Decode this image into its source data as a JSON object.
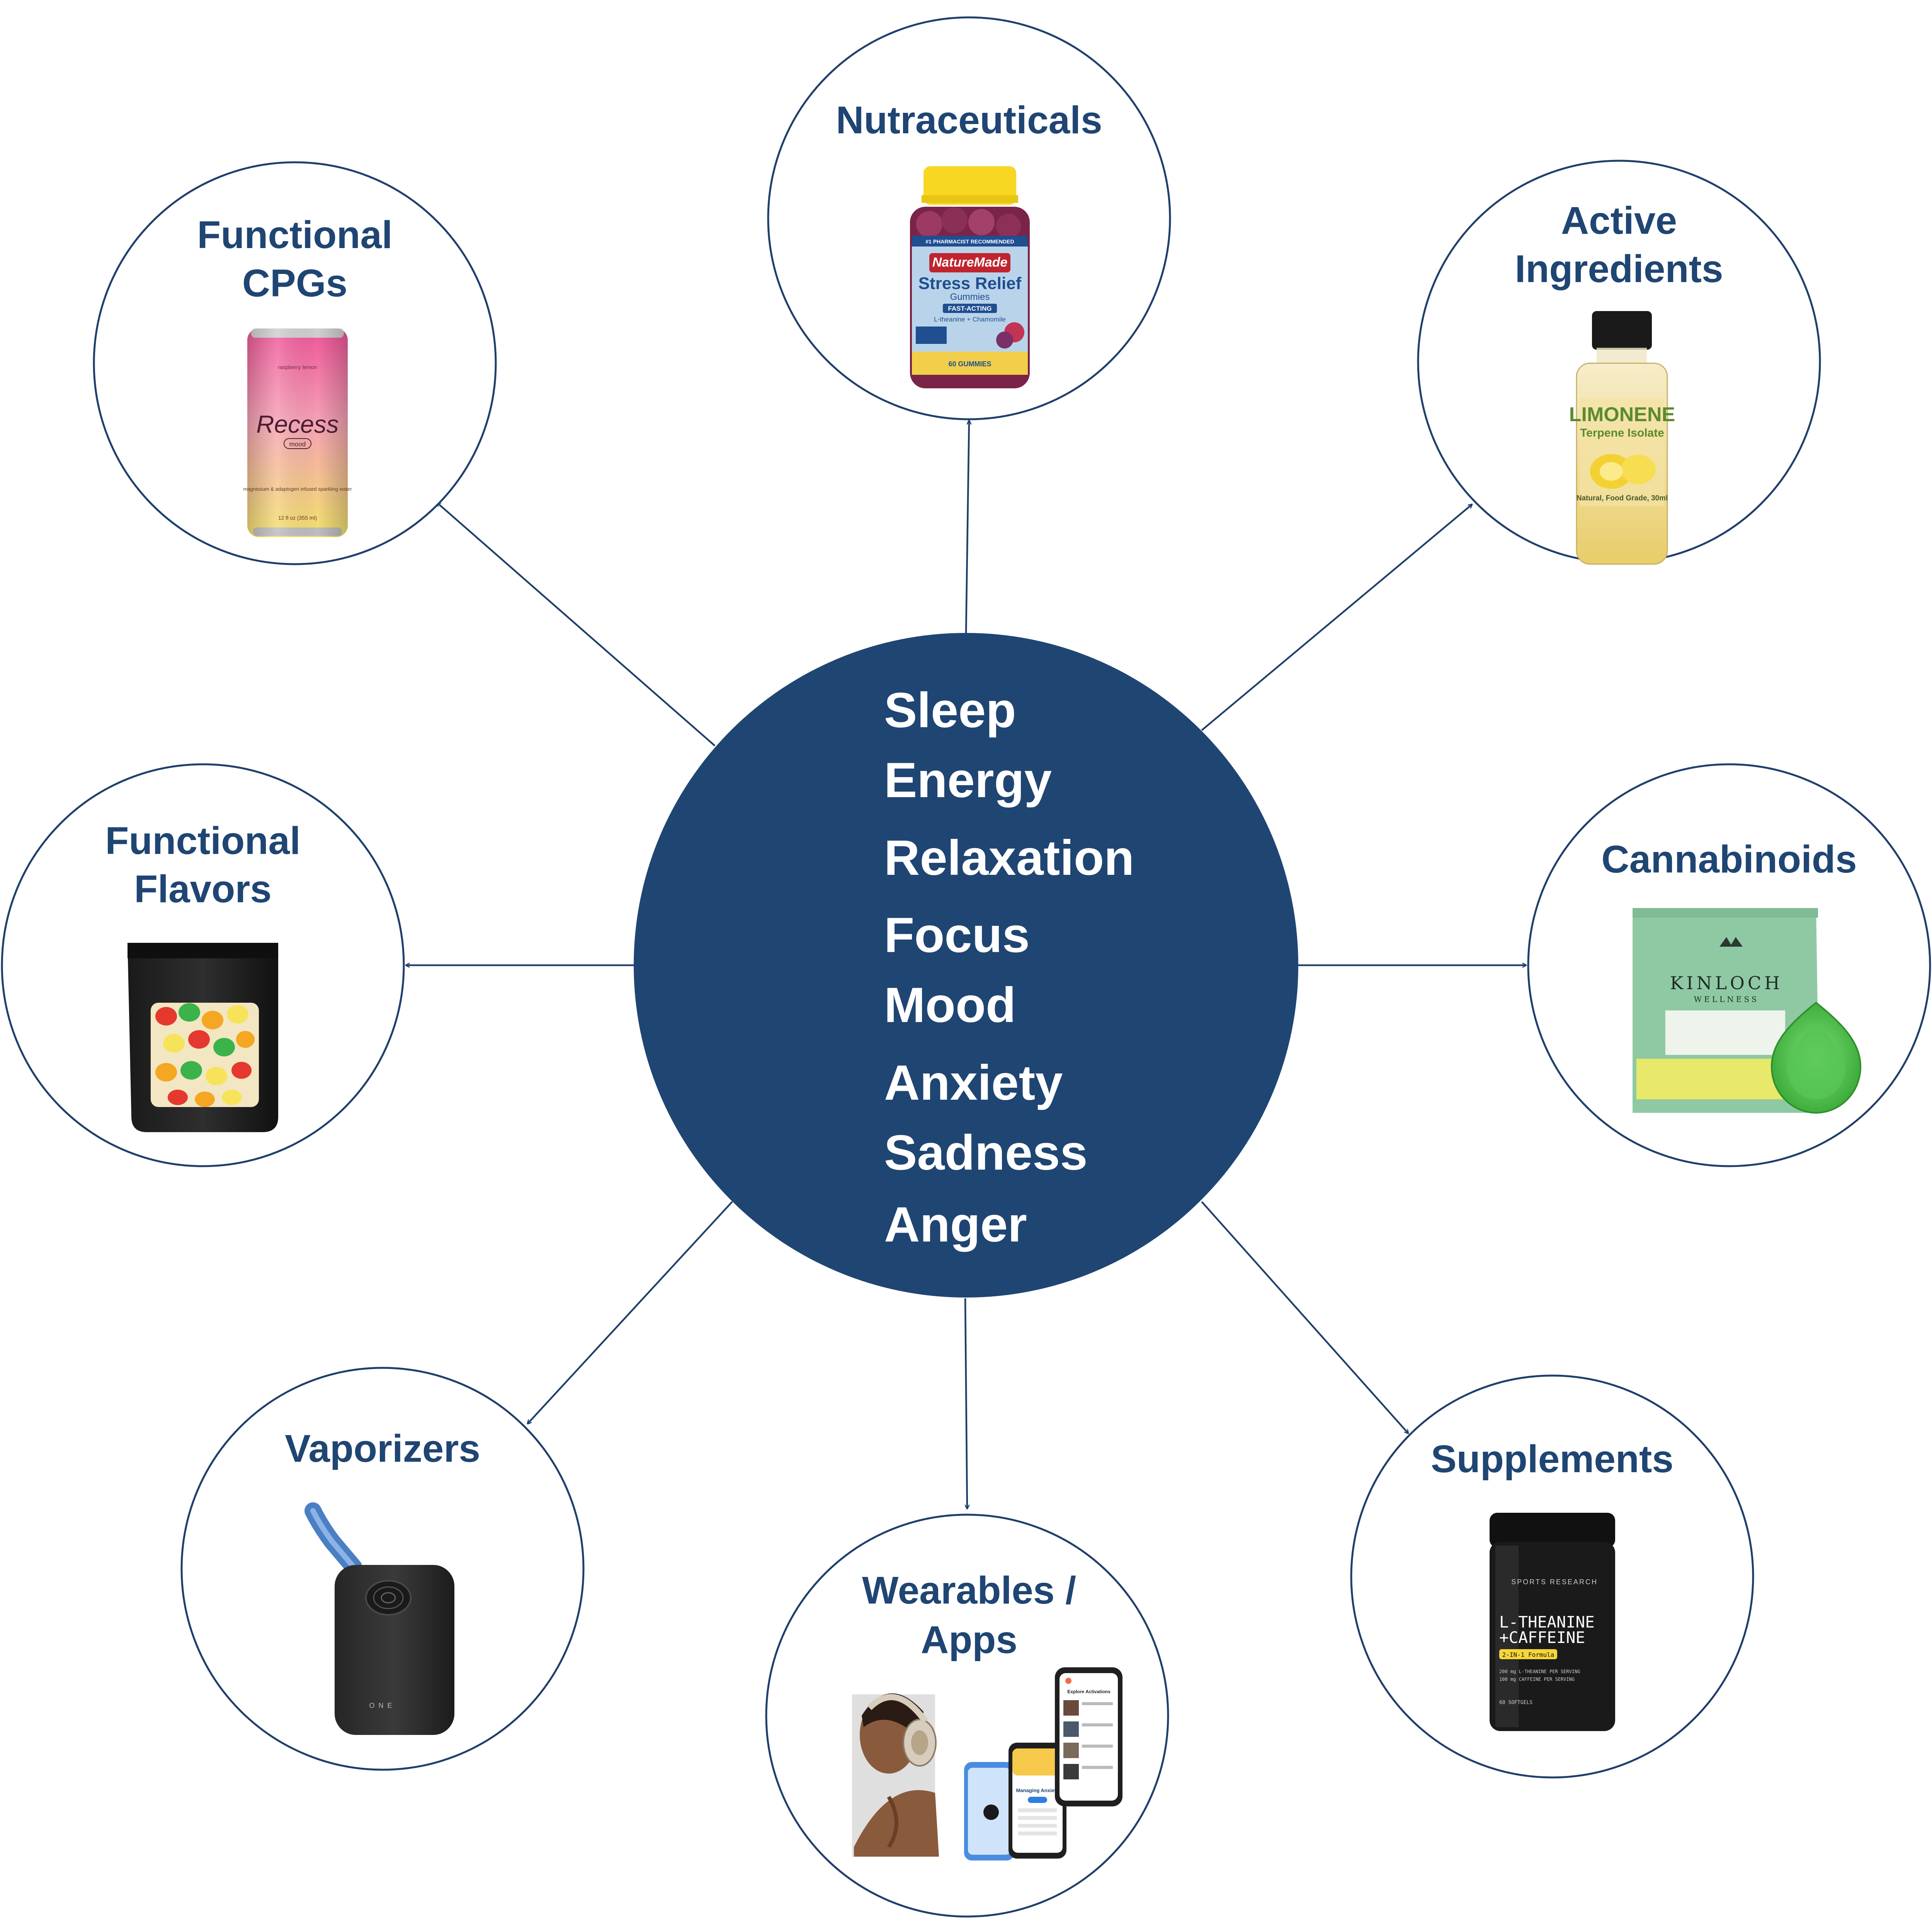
{
  "center": {
    "items": [
      "Sleep",
      "Energy",
      "Relaxation",
      "Focus",
      "Mood",
      "Anxiety",
      "Sadness",
      "Anger"
    ]
  },
  "categories": {
    "nutraceuticals": {
      "label": [
        "Nutraceuticals"
      ]
    },
    "functional_cpgs": {
      "label": [
        "Functional",
        "CPGs"
      ]
    },
    "active_ingredients": {
      "label": [
        "Active",
        "Ingredients"
      ]
    },
    "functional_flavors": {
      "label": [
        "Functional",
        "Flavors"
      ]
    },
    "cannabinoids": {
      "label": [
        "Cannabinoids"
      ]
    },
    "vaporizers": {
      "label": [
        "Vaporizers"
      ]
    },
    "wearables_apps": {
      "label": [
        "Wearables /",
        "Apps"
      ]
    },
    "supplements": {
      "label": [
        "Supplements"
      ]
    }
  },
  "products": {
    "nature_made": {
      "brand": "NatureMade",
      "name": "Stress Relief",
      "sub": "Gummies",
      "badge": "FAST-ACTING",
      "ingredients": "L-theanine + Chamomile",
      "count": "60 GUMMIES"
    },
    "recess": {
      "flavor": "raspberry lemon",
      "brand": "Recess",
      "variant": "mood",
      "desc": "magnesium & adaptogen infused sparkling water",
      "volume": "12 fl oz (355 ml)"
    },
    "limonene": {
      "name": "LIMONENE",
      "sub": "Terpene Isolate",
      "note": "Natural, Food Grade, 30ml"
    },
    "kinloch": {
      "brand": "KINLOCH",
      "sub": "WELLNESS"
    },
    "vaporizer": {
      "brand": "ONE"
    },
    "sports_research": {
      "brand": "SPORTS RESEARCH",
      "line1": "L-THEANINE",
      "line2": "+CAFFEINE",
      "formula": "2-IN-1 Formula",
      "dose1": "200 mg L-THEANINE PER SERVING",
      "dose2": "100 mg CAFFEINE PER SERVING",
      "count": "60 SOFTGELS"
    },
    "app": {
      "screen1": "Explore Activations",
      "screen2": "Managing Anxiety"
    }
  },
  "colors": {
    "navy": "#1f4573",
    "outline": "#1f3f6b",
    "center_fill": "#1f4573",
    "text_on_center": "#ffffff"
  }
}
